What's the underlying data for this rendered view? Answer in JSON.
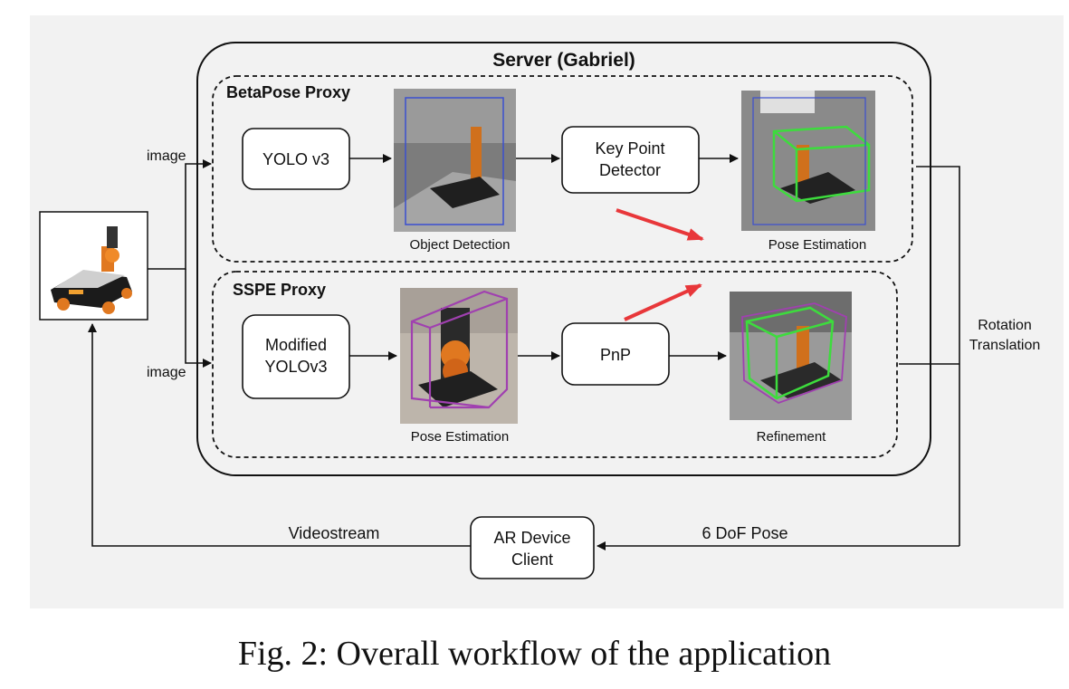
{
  "server": {
    "title": "Server (Gabriel)"
  },
  "betapose": {
    "title": "BetaPose Proxy",
    "yolo": "YOLO v3",
    "keypoint_line1": "Key Point",
    "keypoint_line2": "Detector",
    "object_detection": "Object Detection",
    "pose_estimation": "Pose Estimation"
  },
  "sspe": {
    "title": "SSPE Proxy",
    "yolo_line1": "Modified",
    "yolo_line2": "YOLOv3",
    "pnp": "PnP",
    "pose_estimation": "Pose Estimation",
    "refinement": "Refinement"
  },
  "labels": {
    "image_top": "image",
    "image_bottom": "image",
    "rotation": "Rotation",
    "translation": "Translation",
    "videostream": "Videostream",
    "dof_pose": "6 DoF Pose"
  },
  "client": {
    "line1": "AR Device",
    "line2": "Client"
  },
  "caption": "Fig. 2: Overall workflow of the application",
  "colors": {
    "background": "#f2f2f2",
    "red_arrow": "#e8373a",
    "green_box": "#3ddc3d",
    "purple_box": "#a040b0",
    "blue_box": "#3a4fd0"
  }
}
